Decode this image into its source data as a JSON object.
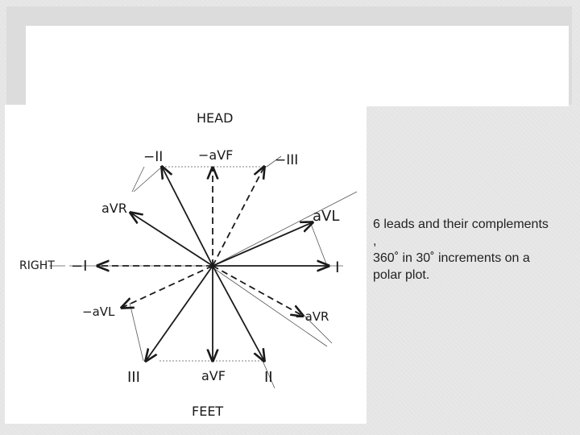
{
  "caption": {
    "line1": "6 leads and their complements",
    "line2": ",",
    "line3": "360˚ in 30˚ increments on a",
    "line4": "polar plot."
  },
  "diagram": {
    "directions": {
      "top": "HEAD",
      "left": "RIGHT",
      "bottom": "FEET"
    },
    "lead_labels": {
      "I": "I",
      "minus_I": "−I",
      "II": "II",
      "minus_II": "−II",
      "III": "III",
      "minus_III": "−III",
      "aVR": "aVR",
      "minus_aVR": "−aVR",
      "aVL": "aVL",
      "minus_aVL": "−aVL",
      "aVF": "aVF",
      "minus_aVF": "−aVF"
    }
  }
}
